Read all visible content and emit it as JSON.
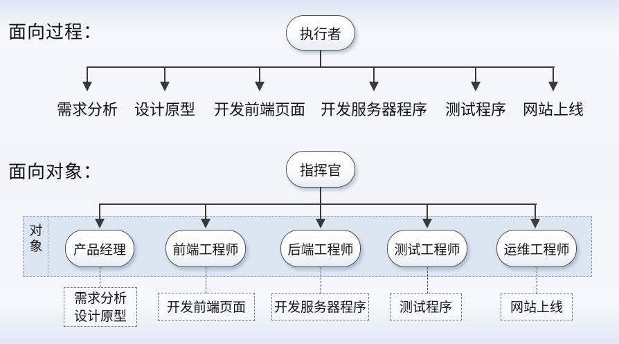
{
  "process_section": {
    "title": "面向过程：",
    "root_label": "执行者",
    "steps": [
      "需求分析",
      "设计原型",
      "开发前端页面",
      "开发服务器程序",
      "测试程序",
      "网站上线"
    ]
  },
  "object_section": {
    "title": "面向对象：",
    "root_label": "指挥官",
    "container_label": "对象",
    "roles": [
      "产品经理",
      "前端工程师",
      "后端工程师",
      "测试工程师",
      "运维工程师"
    ],
    "tasks": [
      {
        "lines": [
          "需求分析",
          "设计原型"
        ]
      },
      {
        "lines": [
          "开发前端页面"
        ]
      },
      {
        "lines": [
          "开发服务器程序"
        ]
      },
      {
        "lines": [
          "测试程序"
        ]
      },
      {
        "lines": [
          "网站上线"
        ]
      }
    ]
  },
  "colors": {
    "line": "#3a3a3a",
    "container_fill": "#dce6f3",
    "container_border": "#98a2b1",
    "node_border": "#4d4d4d",
    "node_fill_bottom": "#e8edf4",
    "task_border": "#6f6f6f",
    "bg_edge": "#dfe8f3",
    "bg_mid": "#f5f8fc"
  }
}
